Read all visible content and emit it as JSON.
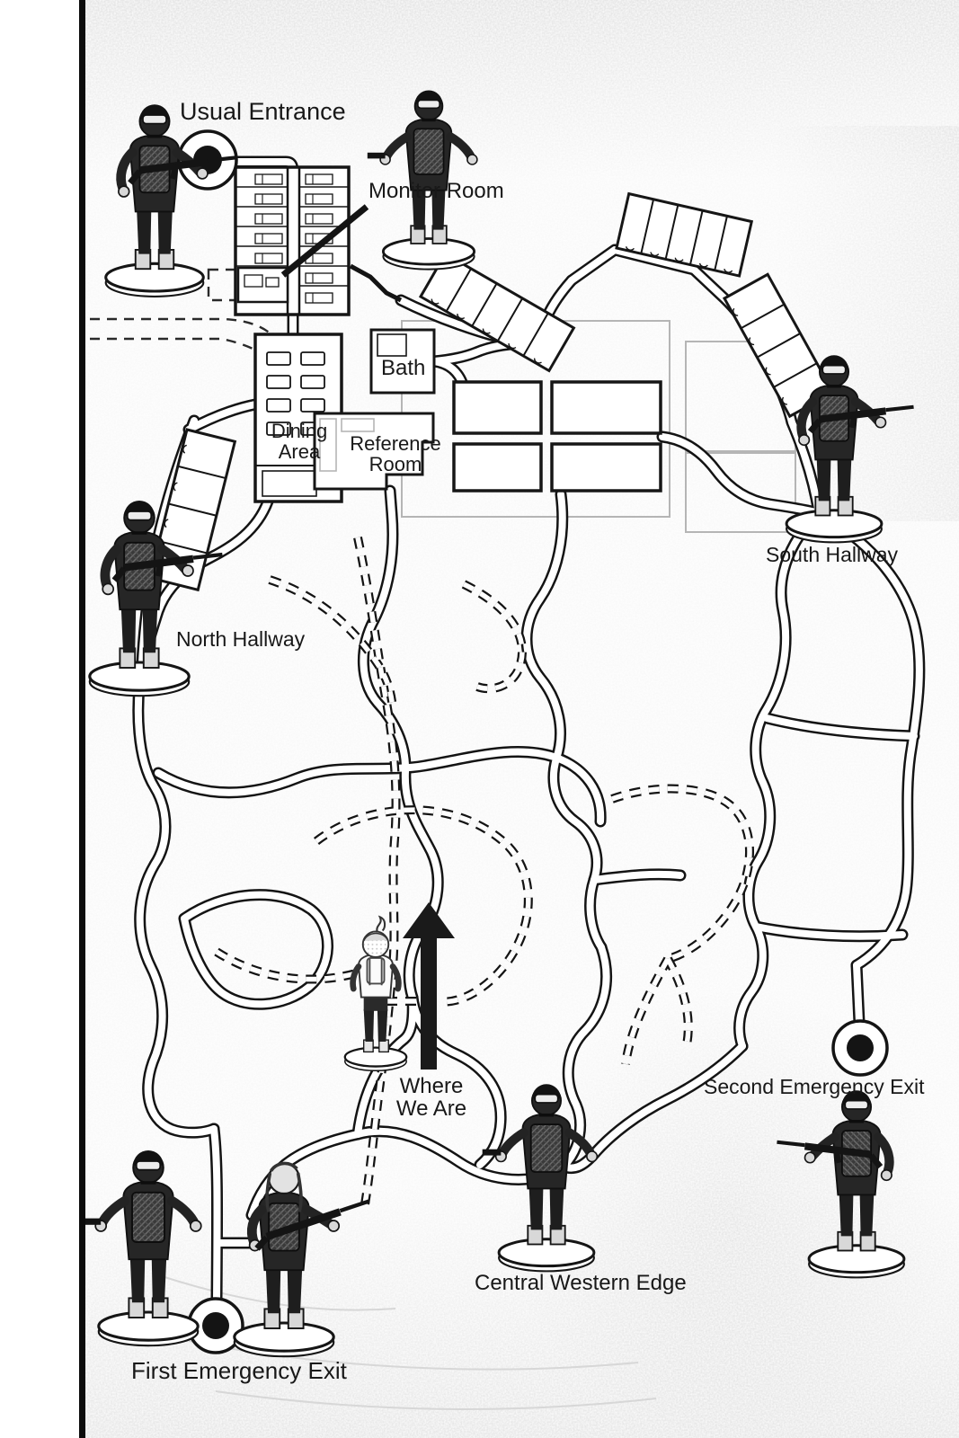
{
  "map": {
    "title_hint": "facility escape map",
    "labels": {
      "usual_entrance": "Usual Entrance",
      "monitor_room": "Monitor Room",
      "bath": "Bath",
      "dining_area": "Dining Area",
      "reference_room": "Reference Room",
      "north_hallway": "North Hallway",
      "south_hallway": "South Hallway",
      "where_we_are": "Where We Are",
      "second_emergency_exit": "Second Emergency Exit",
      "first_emergency_exit": "First Emergency Exit",
      "central_western_edge": "Central Western Edge"
    },
    "markers": {
      "usual_entrance": "circle-dot-marker",
      "first_emergency_exit": "circle-dot-marker",
      "second_emergency_exit": "circle-dot-marker"
    },
    "icons": {
      "guard": "armed-guard-figure",
      "child": "child-figure",
      "direction_arrow": "up-arrow-icon",
      "monitor_pointer": "pointer-line"
    },
    "figure_counts": {
      "guards": 8,
      "children": 1
    },
    "colors": {
      "ink": "#141414",
      "paper": "#ffffff",
      "room_outline_gray": "#b5b5b5",
      "texture_gray": "#8f8f8f"
    }
  }
}
